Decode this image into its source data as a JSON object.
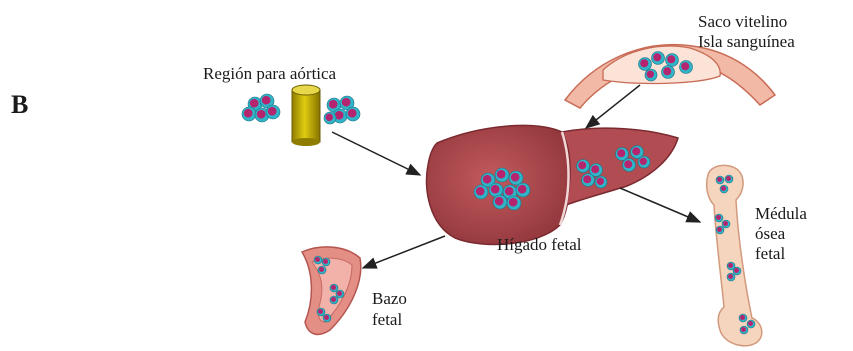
{
  "panel_letter": "B",
  "labels": {
    "aorta": "Región para aórtica",
    "yolk_line1": "Saco vitelino",
    "yolk_line2": "Isla sanguínea",
    "liver": "Hígado fetal",
    "marrow_line1": "Médula",
    "marrow_line2": "ósea",
    "marrow_line3": "fetal",
    "spleen_line1": "Bazo",
    "spleen_line2": "fetal"
  },
  "colors": {
    "cell_outer": "#2fb4c8",
    "cell_inner": "#b5246e",
    "liver": "#a8454a",
    "spleen": "#e48f86",
    "bone": "#f5d3bc",
    "yolk": "#f0b4a0",
    "aorta": "#c8b400"
  }
}
